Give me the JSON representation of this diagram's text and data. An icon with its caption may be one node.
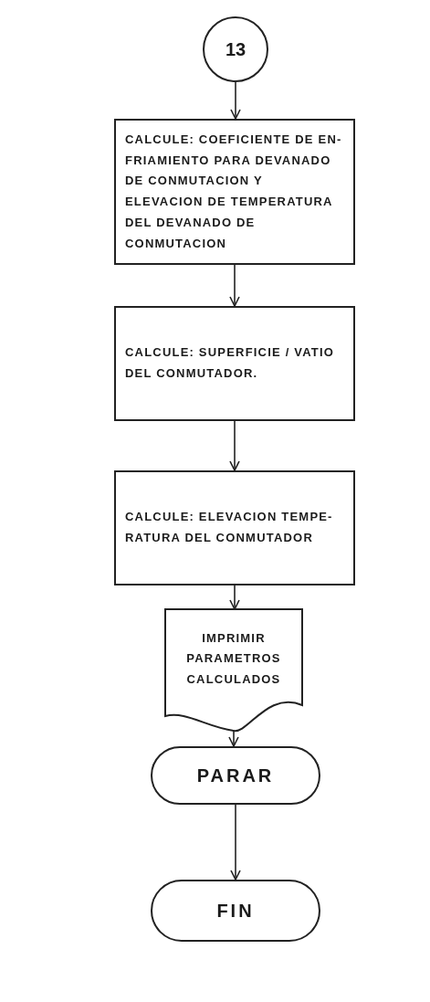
{
  "diagram": {
    "nodes": [
      {
        "text": [
          "13"
        ]
      },
      {
        "text": [
          "CALCULE: COEFICIENTE DE EN- FRIAMIENTO PARA DEVANADO DE CONMUTACION Y ELEVACION DE TEMPERATURA DEL DEVANADO DE CONMUTACION"
        ]
      },
      {
        "text": [
          "CALCULE: SUPERFICIE / VATIO DEL CONMUTADOR."
        ]
      },
      {
        "text": [
          "CALCULE: ELEVACION TEMPE- RATURA DEL CONMUTADOR"
        ]
      },
      {
        "text": [
          "IMPRIMIR PARAMETROS CALCULADOS"
        ]
      },
      {
        "text": [
          "PARAR"
        ]
      },
      {
        "text": [
          "FIN"
        ]
      }
    ],
    "edges": [
      {
        "from": 0,
        "to": 1,
        "arrow": "to"
      },
      {
        "from": 1,
        "to": 2,
        "arrow": "to"
      },
      {
        "from": 2,
        "to": 3,
        "arrow": "to"
      },
      {
        "from": 3,
        "to": 4,
        "arrow": "to"
      },
      {
        "from": 4,
        "to": 5,
        "arrow": "to"
      },
      {
        "from": 5,
        "to": 6,
        "arrow": "to"
      }
    ]
  }
}
